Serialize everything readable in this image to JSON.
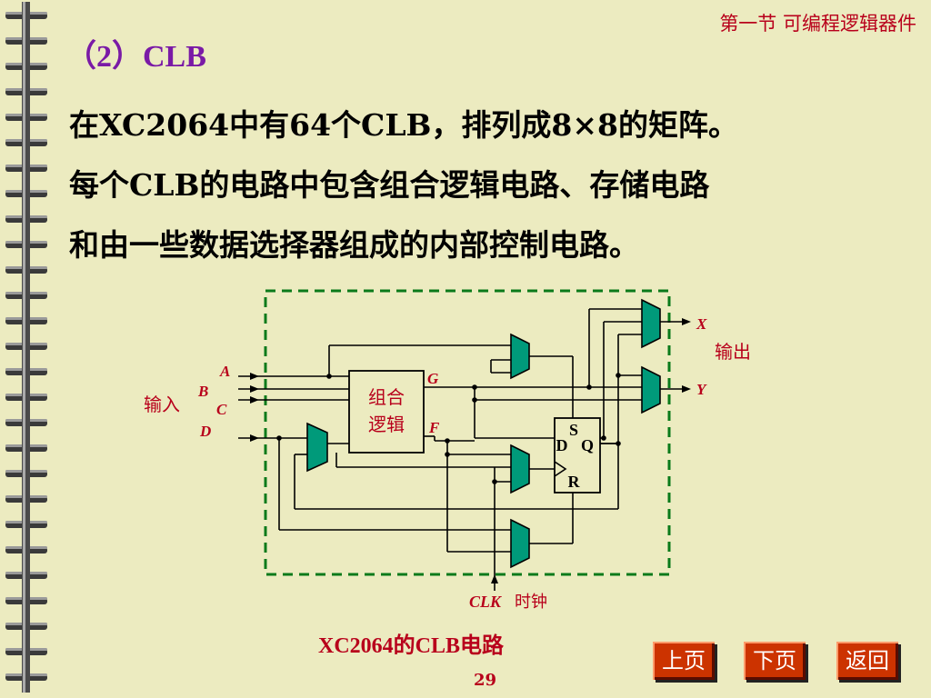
{
  "header": {
    "chapter": "第一节 可编程逻辑器件"
  },
  "section": {
    "title": "（2）CLB"
  },
  "body": {
    "lines": [
      "在XC2064中有64个CLB，排列成8×8的矩阵。",
      "每个CLB的电路中包含组合逻辑电路、存储电路",
      "和由一些数据选择器组成的内部控制电路。"
    ]
  },
  "diagram": {
    "inputs_label": "输入",
    "input_a": "A",
    "input_b": "B",
    "input_c": "C",
    "input_d": "D",
    "comb_logic_line1": "组合",
    "comb_logic_line2": "逻辑",
    "signal_g": "G",
    "signal_f": "F",
    "ff_s": "S",
    "ff_d": "D",
    "ff_q": "Q",
    "ff_r": "R",
    "output_x": "X",
    "output_y": "Y",
    "outputs_label": "输出",
    "clk_label": "CLK",
    "clk_desc": "时钟",
    "caption": "XC2064的CLB电路"
  },
  "footer": {
    "page_number": "29",
    "prev_label": "上页",
    "next_label": "下页",
    "back_label": "返回"
  },
  "colors": {
    "accent_red": "#b8001b",
    "title_purple": "#7a1aa6",
    "mux_teal": "#009a7a",
    "button": "#cc3300",
    "background": "#ecebc0"
  }
}
